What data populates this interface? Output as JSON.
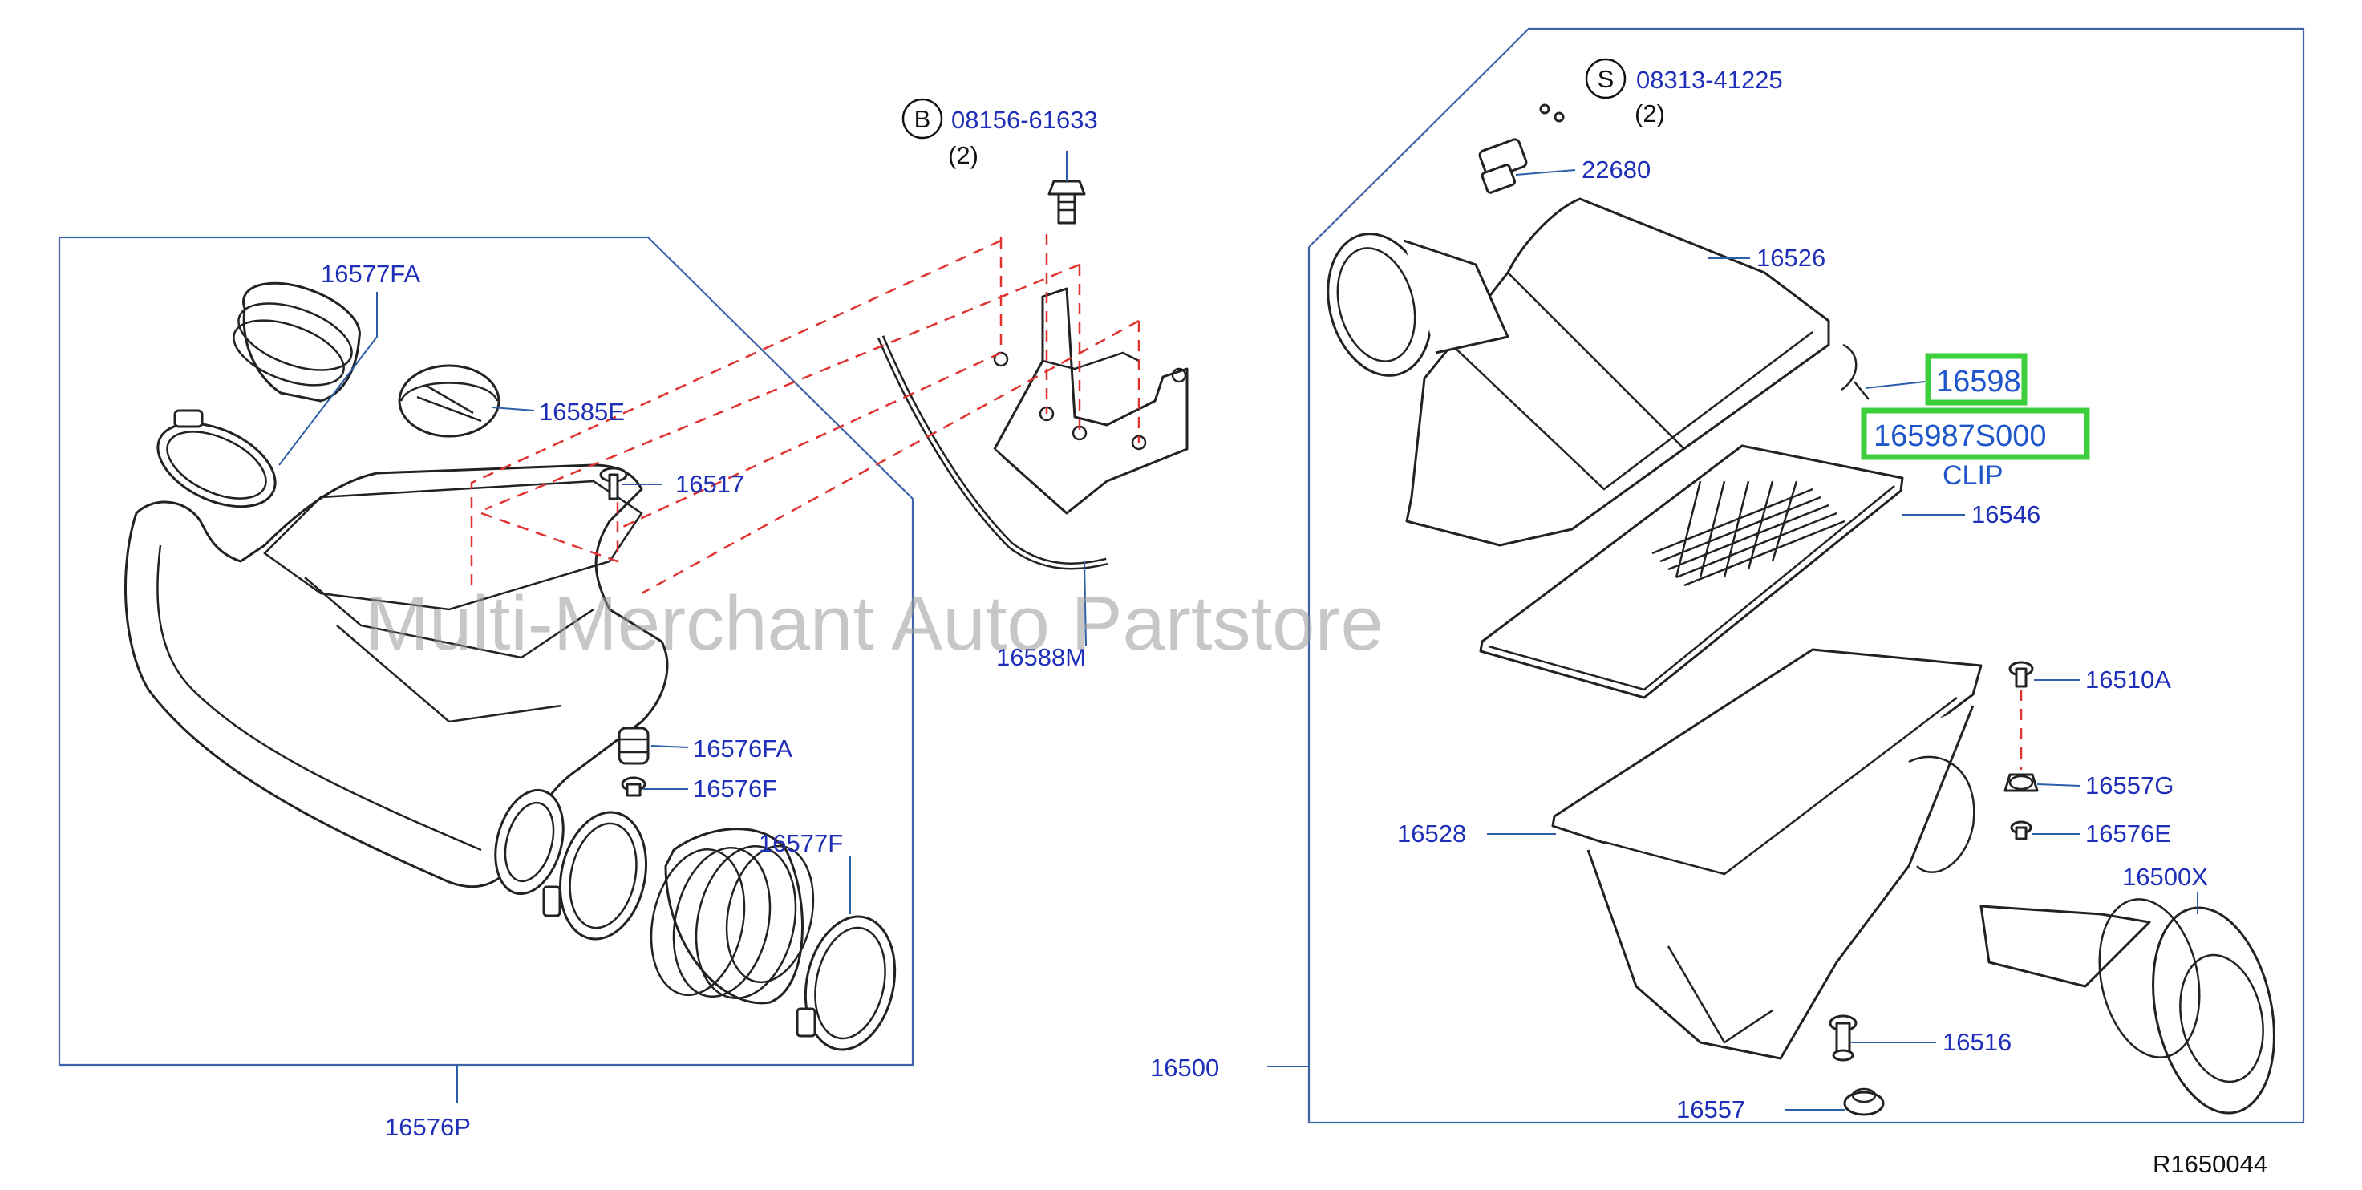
{
  "labels": {
    "p16577FA": "16577FA",
    "p16585E": "16585E",
    "p16517": "16517",
    "p16576FA": "16576FA",
    "p16576F": "16576F",
    "p16577F": "16577F",
    "p16576P": "16576P",
    "p08156": "08156-61633",
    "p08156_qty": "(2)",
    "p08156_marker": "B",
    "p16588M": "16588M",
    "p08313": "08313-41225",
    "p08313_qty": "(2)",
    "p08313_marker": "S",
    "p22680": "22680",
    "p16526": "16526",
    "p16598": "16598",
    "p165987S000": "165987S000",
    "clip": "CLIP",
    "p16546": "16546",
    "p16510A": "16510A",
    "p16557G": "16557G",
    "p16576E": "16576E",
    "p16528": "16528",
    "p16500X": "16500X",
    "p16500": "16500",
    "p16516": "16516",
    "p16557": "16557",
    "ref": "R1650044"
  },
  "watermark": "Multi-Merchant Auto Partstore",
  "colors": {
    "label": "#1f2fb8",
    "highlight_box": "#3ccf3c",
    "dashed_lines": "#e0322f",
    "frame": "#3f63a8"
  }
}
